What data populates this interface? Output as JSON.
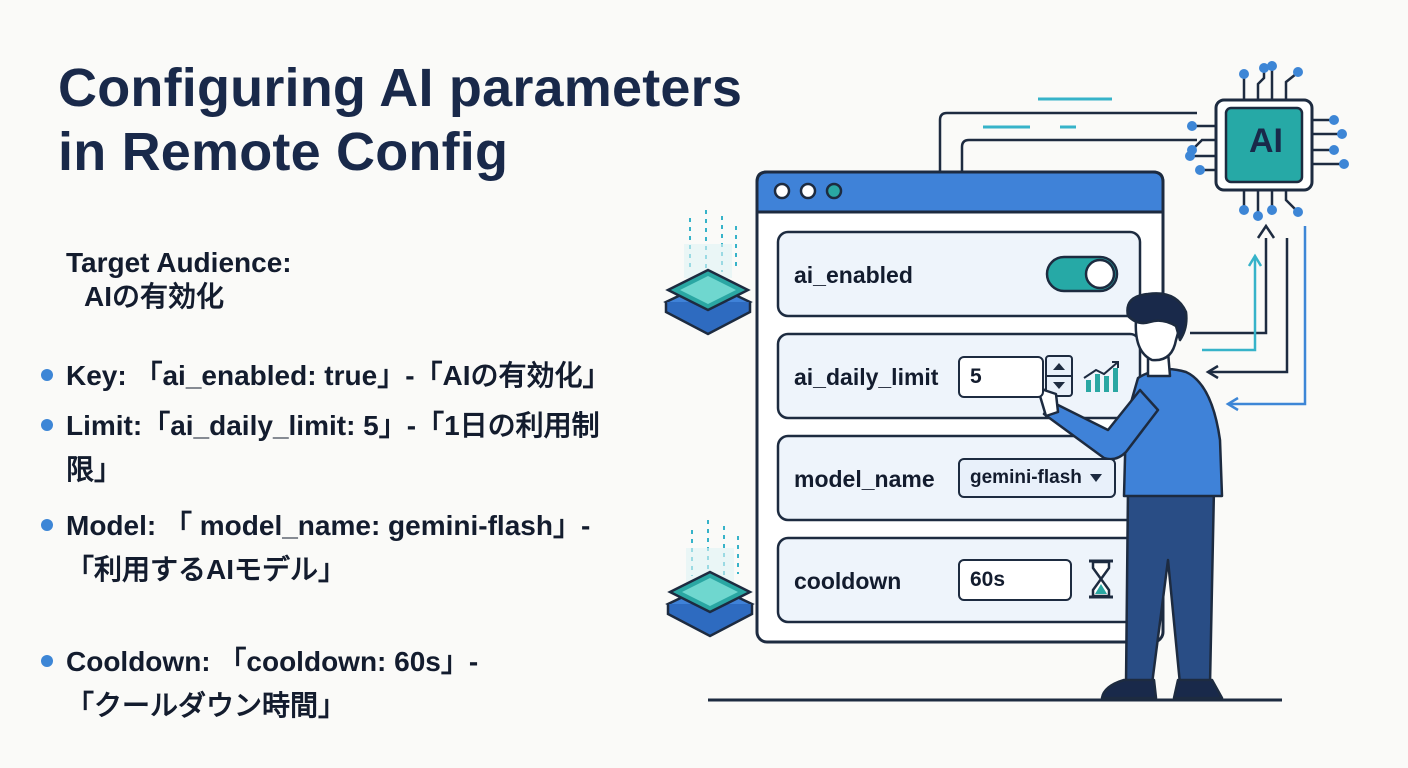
{
  "title": {
    "line1": "Configuring AI parameters",
    "line2": "in Remote Config"
  },
  "audience": {
    "label": "Target Audience:",
    "value": "AIの有効化"
  },
  "bullets": [
    {
      "line1": "Key: 「ai_enabled: true」-「AIの有効化」",
      "line2": ""
    },
    {
      "line1": "Limit:「ai_daily_limit: 5」-「1日の利用制",
      "line2": "限」"
    },
    {
      "line1": "Model: 「 model_name: gemini-flash」-",
      "line2": "「利用するAIモデル」"
    },
    {
      "line1": "Cooldown: 「cooldown: 60s」-",
      "line2": "「クールダウン時間」"
    }
  ],
  "panel": {
    "fields": [
      {
        "label": "ai_enabled",
        "control": "toggle",
        "on": true
      },
      {
        "label": "ai_daily_limit",
        "control": "stepper",
        "value": "5"
      },
      {
        "label": "model_name",
        "control": "select",
        "value": "gemini-flash"
      },
      {
        "label": "cooldown",
        "control": "text",
        "value": "60s"
      }
    ]
  },
  "chip": {
    "label": "AI"
  },
  "colors": {
    "navy": "#19294a",
    "accent_blue": "#3d86d6",
    "teal": "#1fa39b",
    "panel_header": "#3f82d8",
    "field_bg": "#eef4fb"
  },
  "icons": [
    "bar-chart-icon",
    "hourglass-icon",
    "ai-chip-icon",
    "data-layers-icon",
    "person-illustration"
  ]
}
